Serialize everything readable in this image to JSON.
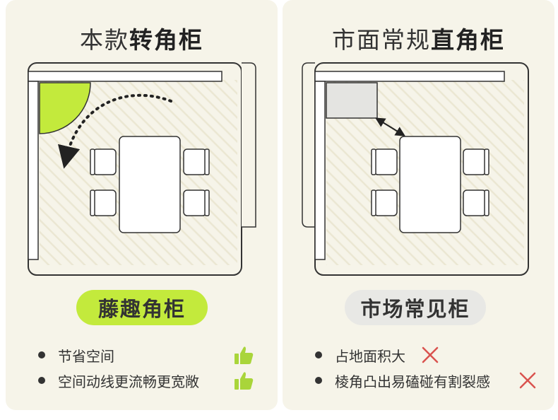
{
  "left": {
    "title_normal": "本款",
    "title_bold": "转角柜",
    "badge": "藤趣角柜",
    "bullets": [
      {
        "text": "节省空间",
        "icon": "thumbs-up-icon"
      },
      {
        "text": "空间动线更流畅更宽敞",
        "icon": "thumbs-up-icon"
      }
    ]
  },
  "right": {
    "title_normal": "市面常规",
    "title_bold": "直角柜",
    "badge": "市场常见柜",
    "bullets": [
      {
        "text": "占地面积大",
        "icon": "red-cross-icon"
      },
      {
        "text": "棱角凸出易磕碰有割裂感",
        "icon": "red-cross-icon"
      }
    ]
  },
  "colors": {
    "accent_green": "#c3ea3c",
    "cross_red": "#d9534f",
    "panel_bg": "#f6f4e9",
    "gray_badge": "#e8e8e5"
  }
}
